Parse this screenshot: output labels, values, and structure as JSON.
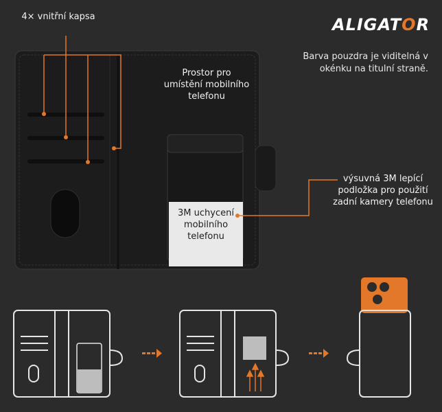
{
  "brand": {
    "logo_text_main": "ALIGAT",
    "logo_text_o": "O",
    "logo_text_end": "R"
  },
  "labels": {
    "pockets": "4× vnitřní kapsa",
    "phone_space": "Prostor pro umístění mobilního telefonu",
    "window_note": "Barva pouzdra je viditelná v okénku na titulní straně.",
    "pad_3m": "výsuvná 3M lepící podložka pro použití zadní kamery telefonu",
    "mount_3m": "3M uchycení mobilního telefonu"
  },
  "colors": {
    "accent": "#e3782a",
    "background": "#2b2b2b",
    "wallet": "#1f1f1f",
    "line": "#e6e6e6"
  }
}
